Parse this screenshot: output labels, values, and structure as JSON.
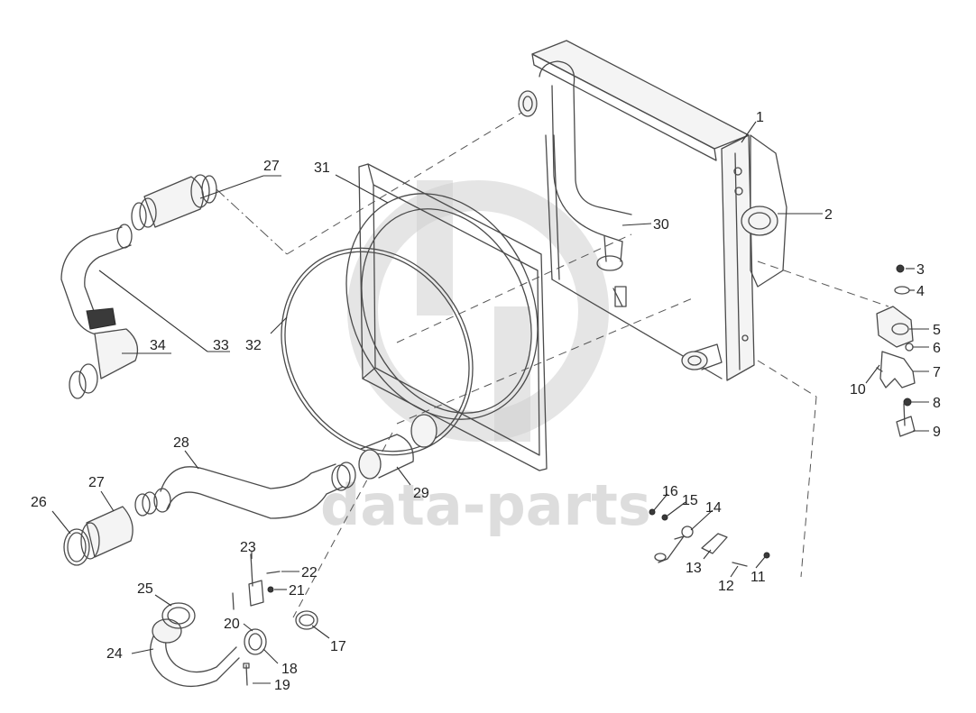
{
  "watermark": {
    "text": "data-parts"
  },
  "callouts": [
    {
      "id": "1",
      "label": "1"
    },
    {
      "id": "2",
      "label": "2"
    },
    {
      "id": "3",
      "label": "3"
    },
    {
      "id": "4",
      "label": "4"
    },
    {
      "id": "5",
      "label": "5"
    },
    {
      "id": "6",
      "label": "6"
    },
    {
      "id": "7",
      "label": "7"
    },
    {
      "id": "8",
      "label": "8"
    },
    {
      "id": "9",
      "label": "9"
    },
    {
      "id": "10",
      "label": "10"
    },
    {
      "id": "11",
      "label": "11"
    },
    {
      "id": "12",
      "label": "12"
    },
    {
      "id": "13",
      "label": "13"
    },
    {
      "id": "14",
      "label": "14"
    },
    {
      "id": "15",
      "label": "15"
    },
    {
      "id": "16",
      "label": "16"
    },
    {
      "id": "17",
      "label": "17"
    },
    {
      "id": "18",
      "label": "18"
    },
    {
      "id": "19",
      "label": "19"
    },
    {
      "id": "20",
      "label": "20"
    },
    {
      "id": "21",
      "label": "21"
    },
    {
      "id": "22",
      "label": "22"
    },
    {
      "id": "23",
      "label": "23"
    },
    {
      "id": "24",
      "label": "24"
    },
    {
      "id": "25",
      "label": "25"
    },
    {
      "id": "26",
      "label": "26"
    },
    {
      "id": "27a",
      "label": "27"
    },
    {
      "id": "27b",
      "label": "27"
    },
    {
      "id": "28",
      "label": "28"
    },
    {
      "id": "29",
      "label": "29"
    },
    {
      "id": "30",
      "label": "30"
    },
    {
      "id": "31",
      "label": "31"
    },
    {
      "id": "32",
      "label": "32"
    },
    {
      "id": "33",
      "label": "33"
    },
    {
      "id": "34",
      "label": "34"
    }
  ]
}
